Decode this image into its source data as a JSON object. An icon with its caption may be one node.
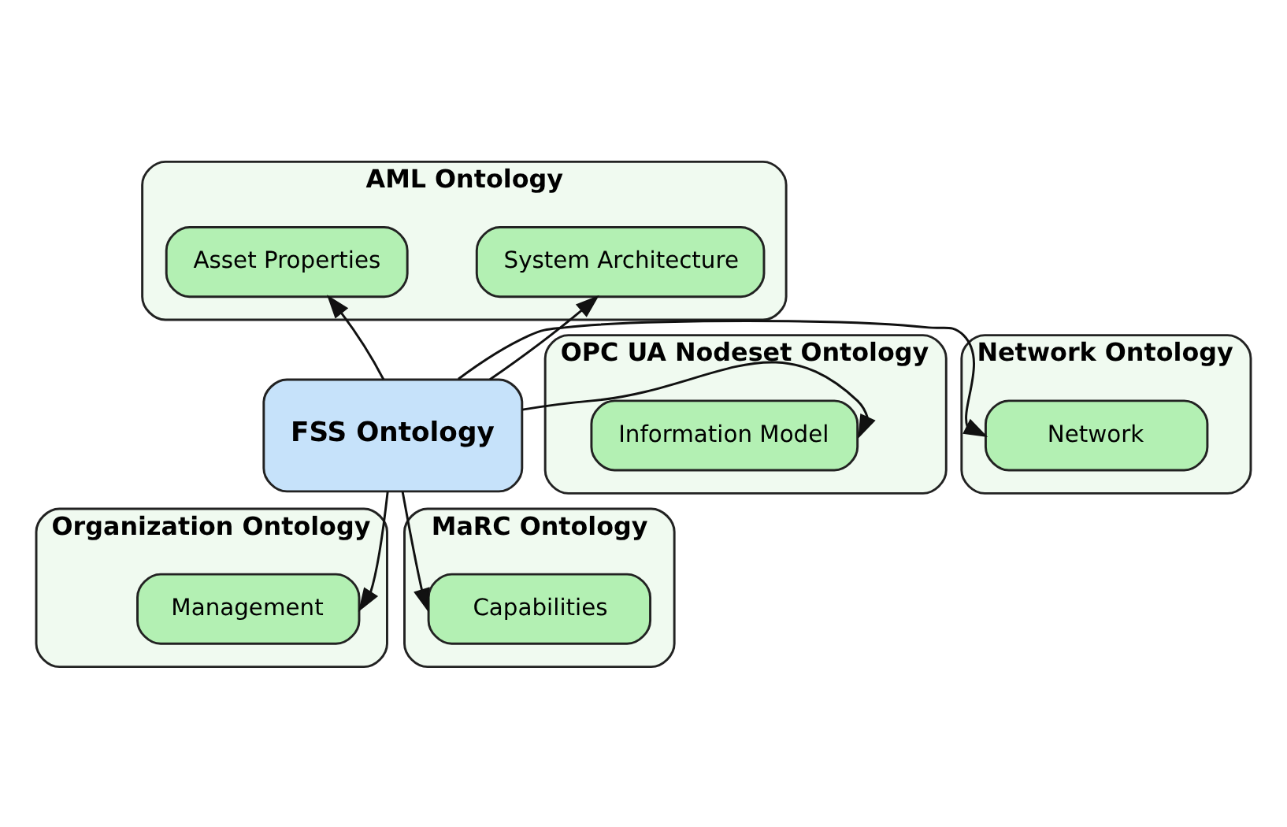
{
  "diagram": {
    "nodes": [
      {
        "text": [
          "AML Ontology"
        ]
      },
      {
        "text": [
          "System Architecture"
        ],
        "in": 0
      },
      {
        "text": [
          "Asset Properties"
        ],
        "in": 0
      },
      {
        "text": [
          "OPC UA Nodeset Ontology"
        ]
      },
      {
        "text": [
          "Information Model"
        ],
        "in": 3
      },
      {
        "text": [
          "FSS Ontology"
        ]
      },
      {
        "text": [
          "Network Ontology"
        ]
      },
      {
        "text": [
          "Network"
        ],
        "in": 6
      },
      {
        "text": [
          "Organization Ontology"
        ]
      },
      {
        "text": [
          "Management"
        ],
        "in": 8
      },
      {
        "text": [
          "MaRC Ontology"
        ]
      },
      {
        "text": [
          "Capabilities"
        ],
        "in": 10
      }
    ],
    "edges": [
      {
        "from": 5,
        "to": 1,
        "arrow": "to"
      },
      {
        "from": 5,
        "to": 2,
        "arrow": "to"
      },
      {
        "from": 5,
        "to": 4,
        "arrow": "to"
      },
      {
        "from": 5,
        "to": 7,
        "arrow": "to"
      },
      {
        "from": 5,
        "to": 9,
        "arrow": "to"
      },
      {
        "from": 5,
        "to": 11,
        "arrow": "to"
      }
    ]
  }
}
